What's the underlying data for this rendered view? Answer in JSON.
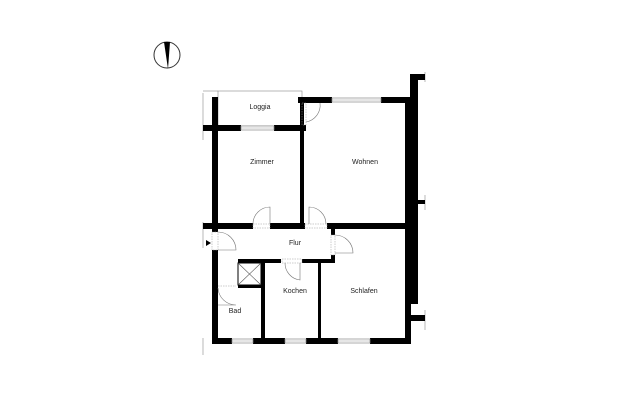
{
  "diagram": {
    "type": "floor-plan",
    "north_arrow": {
      "icon": "north-arrow-icon"
    },
    "rooms": [
      {
        "id": "loggia",
        "label": "Loggia"
      },
      {
        "id": "zimmer",
        "label": "Zimmer"
      },
      {
        "id": "wohnen",
        "label": "Wohnen"
      },
      {
        "id": "flur",
        "label": "Flur"
      },
      {
        "id": "bad",
        "label": "Bad"
      },
      {
        "id": "kochen",
        "label": "Kochen"
      },
      {
        "id": "schlafen",
        "label": "Schlafen"
      }
    ],
    "entrance": {
      "icon": "entrance-arrow-icon"
    }
  }
}
